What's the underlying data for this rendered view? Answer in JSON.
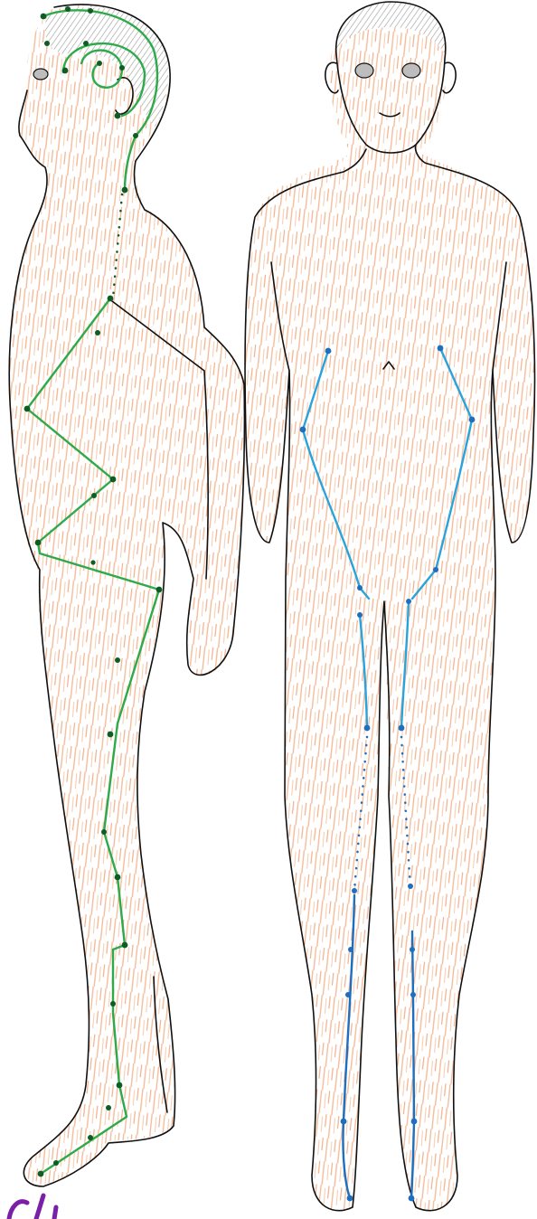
{
  "colors": {
    "background": "#ffffff",
    "outline": "#111111",
    "skin_crayon": "#f2b58f",
    "hair_pencil": "#9a9a9a",
    "green_meridian": "#2eaa4a",
    "green_point": "#0d5e25",
    "blue_meridian": "#2aa3dc",
    "blue_point": "#1f6fc0",
    "purple_mark": "#7a1fa8"
  },
  "figures": [
    {
      "view": "side",
      "meridian_color": "green"
    },
    {
      "view": "front",
      "meridian_color": "blue"
    }
  ]
}
